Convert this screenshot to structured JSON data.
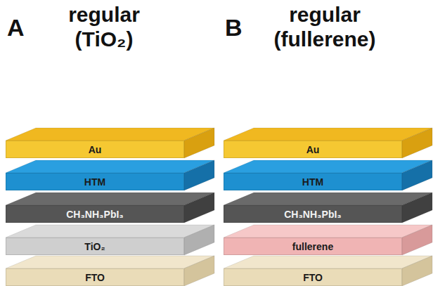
{
  "diagram": {
    "nodes": [
      {
        "text": [
          "Au"
        ]
      },
      {
        "text": [
          "HTM"
        ]
      },
      {
        "text": [
          "CH₃NH₃PbI₃"
        ]
      },
      {
        "text": [
          "TiO₂"
        ]
      },
      {
        "text": [
          "FTO"
        ]
      },
      {
        "text": [
          "Au"
        ]
      },
      {
        "text": [
          "HTM"
        ]
      },
      {
        "text": [
          "CH₃NH₃PbI₃"
        ]
      },
      {
        "text": [
          "fullerene"
        ]
      },
      {
        "text": [
          "FTO"
        ]
      }
    ],
    "labels": [
      "A",
      "regular (TiO₂)",
      "B",
      "regular (fullerene)"
    ]
  }
}
